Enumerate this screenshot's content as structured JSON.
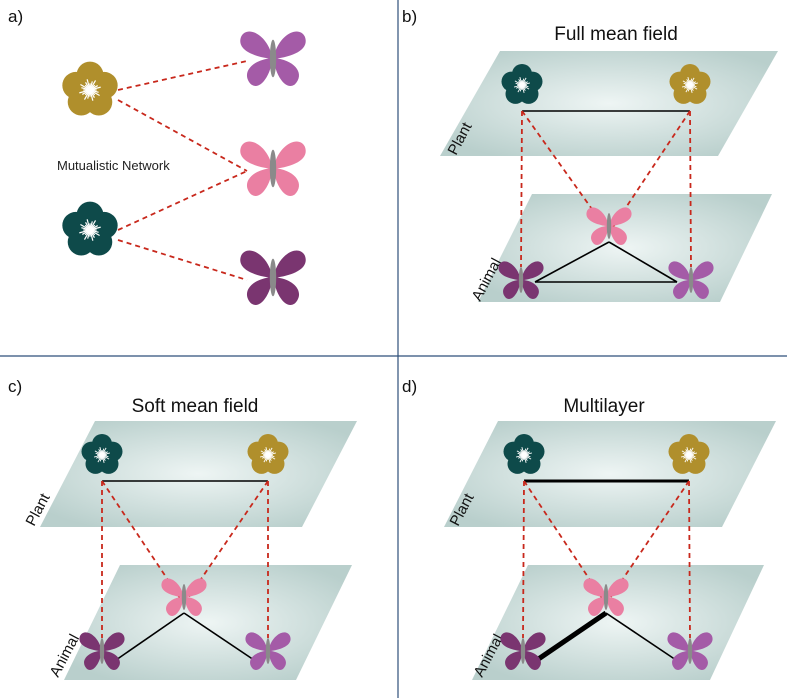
{
  "colors": {
    "flower_gold": "#b08f2c",
    "flower_teal": "#0e4a4a",
    "butterfly_purple": "#a45ba7",
    "butterfly_pink": "#ea7fa2",
    "butterfly_dark": "#7a3570",
    "body_gray": "#8a8a8a",
    "dash_red": "#c8281c",
    "divider": "#2f4f7a",
    "layer_fill": "#b9cfcc",
    "layer_center": "#eef5f4"
  },
  "panel_a": {
    "label": "a)",
    "network_label": "Mutualistic Network",
    "flowers": [
      {
        "name": "flower-gold",
        "color": "gold"
      },
      {
        "name": "flower-teal",
        "color": "teal"
      }
    ],
    "butterflies": [
      {
        "name": "butterfly-purple",
        "color": "purple"
      },
      {
        "name": "butterfly-pink",
        "color": "pink"
      },
      {
        "name": "butterfly-dark",
        "color": "dark"
      }
    ],
    "links": [
      [
        0,
        0
      ],
      [
        0,
        1
      ],
      [
        1,
        1
      ],
      [
        1,
        2
      ]
    ]
  },
  "panel_b": {
    "label": "b)",
    "title": "Full mean field",
    "plant_label": "Plant",
    "animal_label": "Animal",
    "animal_edges": "triangle"
  },
  "panel_c": {
    "label": "c)",
    "title": "Soft mean field",
    "plant_label": "Plant",
    "animal_label": "Animal",
    "animal_edges": "vee"
  },
  "panel_d": {
    "label": "d)",
    "title": "Multilayer",
    "plant_label": "Plant",
    "animal_label": "Animal",
    "animal_edges": "vee-weighted"
  }
}
